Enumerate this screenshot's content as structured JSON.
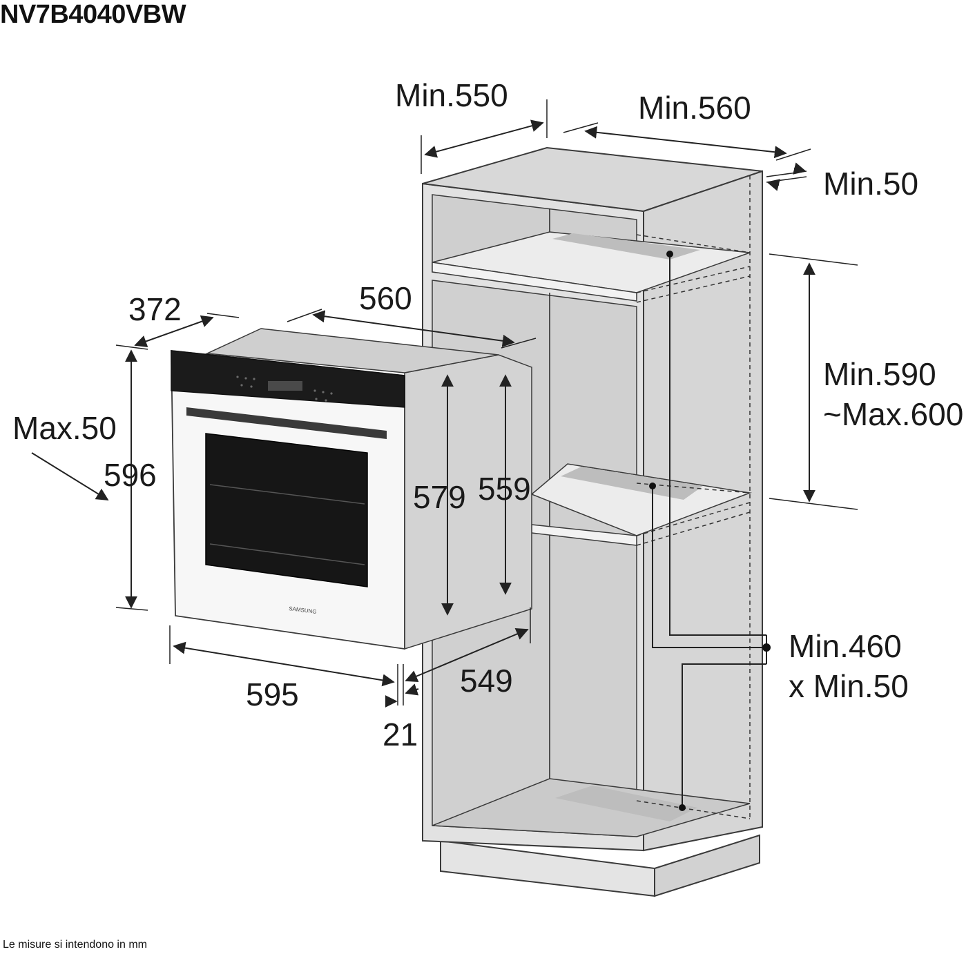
{
  "header": {
    "model": "NV7B4040VBW"
  },
  "footer": {
    "note": "Le misure si intendono in mm"
  },
  "colors": {
    "cabinet_fill": "#dcdcdc",
    "cabinet_dark": "#c9c9c9",
    "cabinet_stroke": "#3a3a3a",
    "oven_glass": "#1b1b1b",
    "oven_body": "#d3d3d3",
    "vent": "#bdbdbd"
  },
  "oven": {
    "brand": "SAMSUNG"
  },
  "dimensions": {
    "oven_width": "595",
    "oven_height": "596",
    "oven_depth_top": "372",
    "oven_depth_overall": "560",
    "body_height_front": "579",
    "body_height_rear": "559",
    "body_depth": "549",
    "door_thickness": "21",
    "max_gap": "Max.50",
    "cab_depth_min": "Min.550",
    "cab_width_min": "Min.560",
    "rear_gap_min": "Min.50",
    "niche_height_line1": "Min.590",
    "niche_height_line2": "~Max.600",
    "vent_size_line1": "Min.460",
    "vent_size_line2": "x Min.50"
  }
}
